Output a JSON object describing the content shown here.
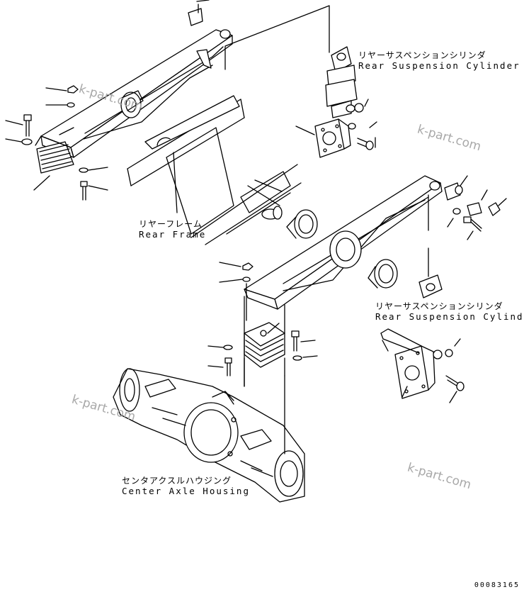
{
  "labels": {
    "cyl_top_jp": "リヤーサスペンションシリンダ",
    "cyl_top_en": "Rear Suspension Cylinder",
    "frame_jp": "リヤーフレーム",
    "frame_en": "Rear Frame",
    "cyl_bottom_jp": "リヤーサスペンションシリンダ",
    "cyl_bottom_en": "Rear Suspension Cylinder",
    "axle_jp": "センタアクスルハウジング",
    "axle_en": "Center Axle Housing"
  },
  "watermarks": [
    "k-part.com",
    "k-part.com",
    "k-part.com",
    "k-part.com"
  ],
  "drawing_number": "00083165"
}
